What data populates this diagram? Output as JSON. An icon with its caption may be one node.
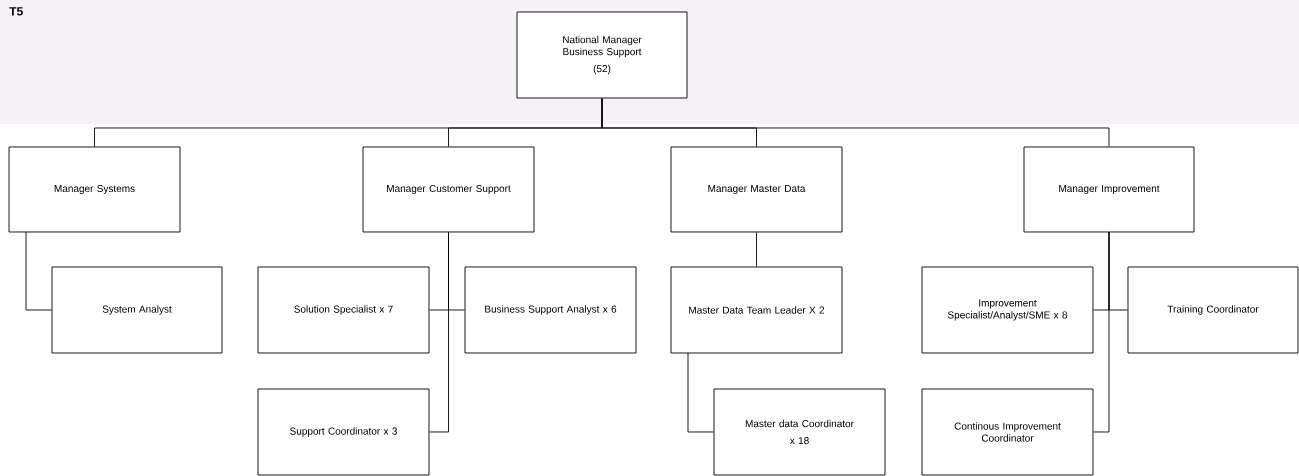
{
  "diagram": {
    "title": "T5",
    "nodes": [
      {
        "text": [
          "National Manager Business Support",
          "(52)"
        ]
      },
      {
        "text": [
          "Manager Systems"
        ]
      },
      {
        "text": [
          "Manager Customer Support"
        ]
      },
      {
        "text": [
          "Manager Master Data"
        ]
      },
      {
        "text": [
          "Manager Improvement"
        ]
      },
      {
        "text": [
          "System Analyst"
        ]
      },
      {
        "text": [
          "Solution Specialist x 7"
        ]
      },
      {
        "text": [
          "Business Support Analyst x 6"
        ]
      },
      {
        "text": [
          "Support Coordinator x 3"
        ]
      },
      {
        "text": [
          "Master Data Team Leader X 2"
        ]
      },
      {
        "text": [
          "Master data Coordinator",
          "x 18"
        ]
      },
      {
        "text": [
          "Improvement Specialist/Analyst/SME x 8"
        ]
      },
      {
        "text": [
          "Training Coordinator"
        ]
      },
      {
        "text": [
          "Continous Improvement Coordinator"
        ]
      }
    ],
    "edges": [
      {
        "from": 0,
        "to": 1,
        "arrow": "none"
      },
      {
        "from": 0,
        "to": 2,
        "arrow": "none"
      },
      {
        "from": 0,
        "to": 3,
        "arrow": "none"
      },
      {
        "from": 0,
        "to": 4,
        "arrow": "none"
      },
      {
        "from": 1,
        "to": 5,
        "arrow": "none"
      },
      {
        "from": 2,
        "to": 6,
        "arrow": "none"
      },
      {
        "from": 2,
        "to": 7,
        "arrow": "none"
      },
      {
        "from": 2,
        "to": 8,
        "arrow": "none"
      },
      {
        "from": 3,
        "to": 9,
        "arrow": "none"
      },
      {
        "from": 9,
        "to": 10,
        "arrow": "none"
      },
      {
        "from": 4,
        "to": 11,
        "arrow": "none"
      },
      {
        "from": 4,
        "to": 12,
        "arrow": "none"
      },
      {
        "from": 4,
        "to": 13,
        "arrow": "none"
      }
    ]
  }
}
